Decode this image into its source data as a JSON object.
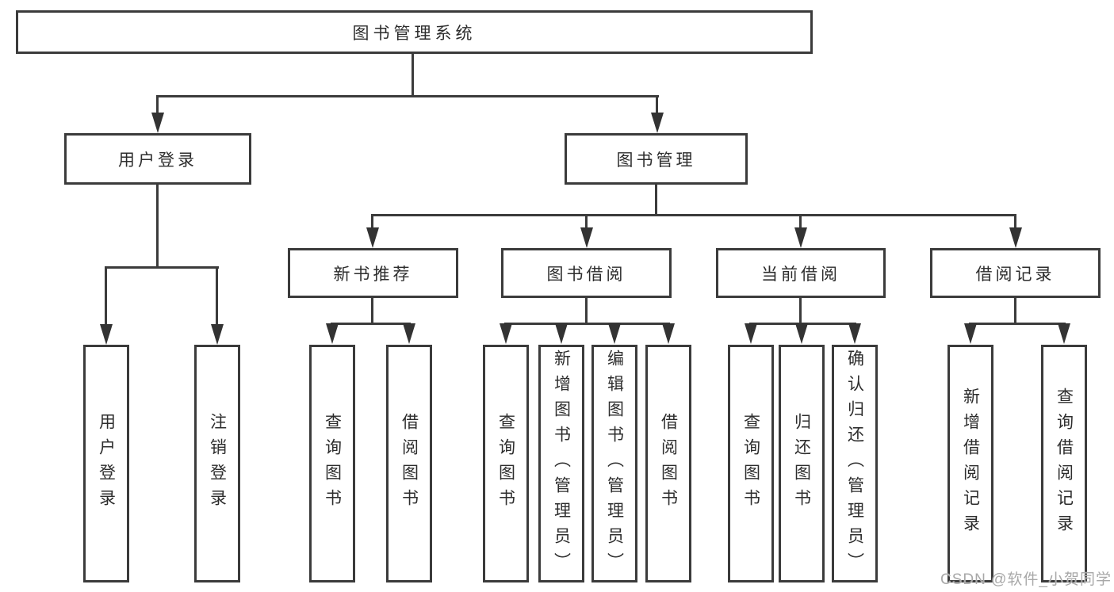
{
  "diagram": {
    "root": "图书管理系统",
    "level2": [
      "用户登录",
      "图书管理"
    ],
    "level3": [
      "新书推荐",
      "图书借阅",
      "当前借阅",
      "借阅记录"
    ],
    "leaves": {
      "login": [
        "用户登录",
        "注销登录"
      ],
      "new_books": [
        "查询图书",
        "借阅图书"
      ],
      "book_borrow": [
        "查询图书",
        "新增图书（管理员）",
        "编辑图书（管理员）",
        "借阅图书"
      ],
      "current_borrow": [
        "查询图书",
        "归还图书",
        "确认归还（管理员）"
      ],
      "borrow_records": [
        "新增借阅记录",
        "查询借阅记录"
      ]
    }
  },
  "watermark": "CSDN @软件_小贺同学",
  "colors": {
    "line": "#3b3b3b",
    "text": "#2d2d2d",
    "watermark": "#a8a8a8",
    "background": "#ffffff"
  }
}
